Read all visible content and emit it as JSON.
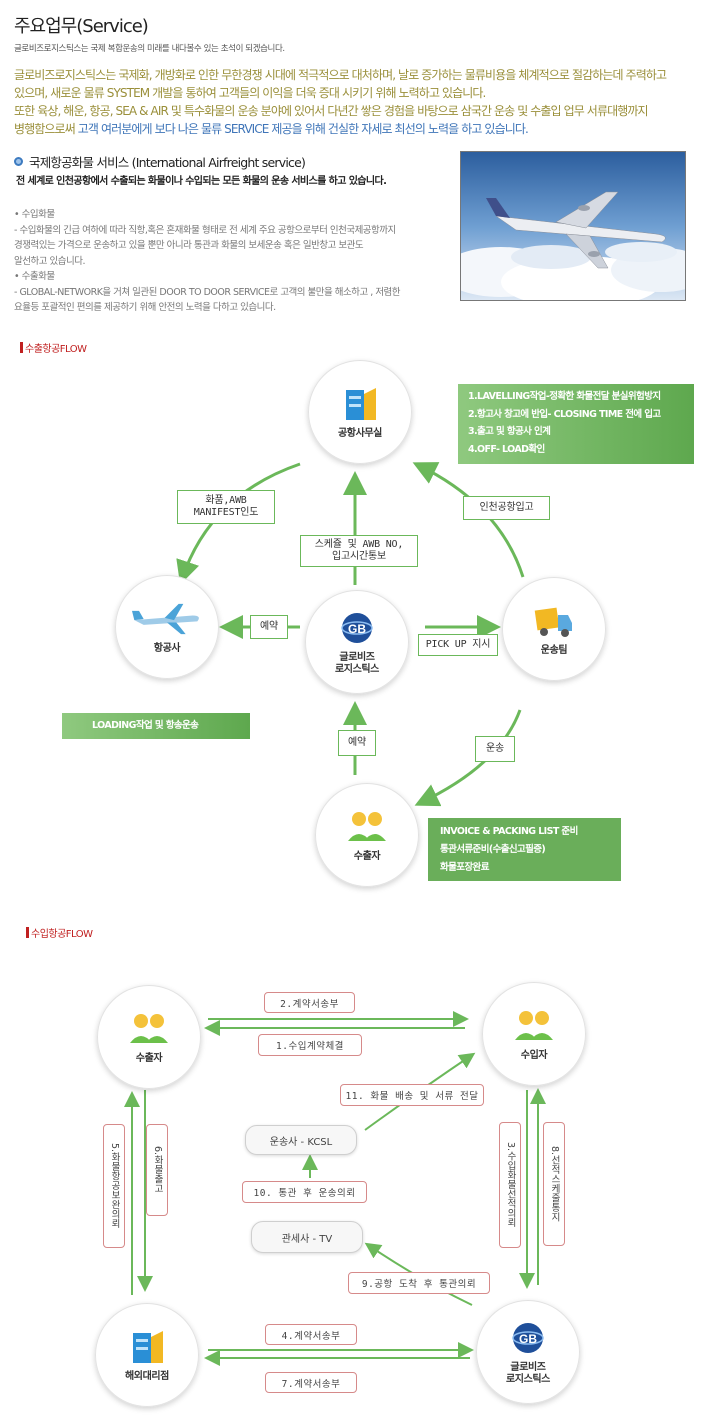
{
  "header": {
    "title": "주요업무(Service)",
    "subtitle": "글로비즈로지스틱스는 국제 복합운송의 미래를 내다볼수 있는 초석이 되겠습니다."
  },
  "intro": {
    "line1": "글로비즈로지스틱스는 국제화, 개방화로 인한 무한경쟁 시대에 적극적으로 대처하며,  날로 증가하는 물류비용을 체계적으로 절감하는데 주력하고",
    "line2": "있으며, 새로운 물류 SYSTEM 개발을 통하여 고객들의 이익을 더욱 증대 시키기 위해 노력하고 있습니다.",
    "line3": "또한  육상, 해운, 항공, SEA & AIR 및 특수화물의 운송 분야에 있어서 다년간 쌓은 경험을 바탕으로 삼국간 운송 및 수출입 업무 서류대행까지",
    "line4_a": "병행함으로써 ",
    "line4_b": "고객  여러분에게 보다 나은 물류 SERVICE 제공을 위해 건실한 자세로 최선의 노력을 하고 있습니다."
  },
  "service": {
    "heading": "국제항공화물 서비스 (International Airfreight service)",
    "desc": "전 세계로 인천공항에서 수출되는 화물이나 수입되는 모든 화물의 운송 서비스를 하고 있습니다.",
    "details": [
      "•  수입화물",
      "- 수입화물의 긴급 여하에 따라 직항,혹은 혼재화물 형태로 전 세계 주요 공항으로부터 인천국제공항까지",
      "   경쟁력있는 가격으로 운송하고 있을 뿐만 아니라 통관과 화물의 보세운송 혹은 일반창고 보관도",
      "   알선하고 있습니다.",
      "•  수출화물",
      "- GLOBAL-NETWORK을 거쳐 일관된 DOOR TO DOOR SERVICE로 고객의 불만을 해소하고 , 저렴한",
      "   요율등 포괄적인 편의를 제공하기 위해 안전의 노력을 다하고 있습니다."
    ]
  },
  "export_flow": {
    "heading": "수출항공FLOW",
    "nodes": {
      "airport_office": "공항사무실",
      "airline": "항공사",
      "globiz_1": "글로비즈",
      "globiz_2": "로지스틱스",
      "transport": "운송팀",
      "exporter": "수출자"
    },
    "tags": {
      "goods_awb_1": "화품,AWB",
      "goods_awb_2": "MANIFEST인도",
      "schedule_1": "스케쥴 및 AWB NO,",
      "schedule_2": "입고시간통보",
      "incheon": "인천공항입고",
      "reserve_left": "예약",
      "pickup": "PICK UP 지시",
      "reserve_bottom": "예약",
      "transport_tag": "운송"
    },
    "boxes": {
      "top_right": [
        "1.LAVELLING작업-정확한 화물전달 분실위험방지",
        "2.항고사 창고에 반입- CLOSING TIME 전에 입고",
        "3.출고 및 항공사 인계",
        "4.OFF- LOAD확인"
      ],
      "loading": "LOADING작업 및 항송운송",
      "bottom_right": [
        "INVOICE & PACKING LIST 준비",
        "통관서류준비(수출신고필증)",
        "화물포장완료"
      ]
    }
  },
  "import_flow": {
    "heading": "수입항공FLOW",
    "nodes": {
      "exporter": "수출자",
      "importer": "수입자",
      "overseas": "해외대리점",
      "globiz_1": "글로비즈",
      "globiz_2": "로지스틱스"
    },
    "pills": {
      "carrier": "운송사 - KCSL",
      "customs": "관세사 - TV"
    },
    "steps": {
      "s2": "2.계약서송부",
      "s1": "1.수입계약체결",
      "s11": "11. 화물 배송 및 서류 전달",
      "s10": "10. 통관 후 운송의뢰",
      "s9": "9.공항 도착 후 통관의뢰",
      "s4": "4.계약서송부",
      "s7": "7.계약서송부",
      "s5": "5.화물항공보완의뢰",
      "s6": "6.화물출고",
      "s3": "3.수입화물선적의뢰",
      "s8": "8.선적스케줄통지"
    }
  },
  "colors": {
    "accent_green": "#6aae5a",
    "flow_red": "#c02020",
    "intro_text": "#9a8f3a",
    "highlight_blue": "#3f75b8"
  }
}
